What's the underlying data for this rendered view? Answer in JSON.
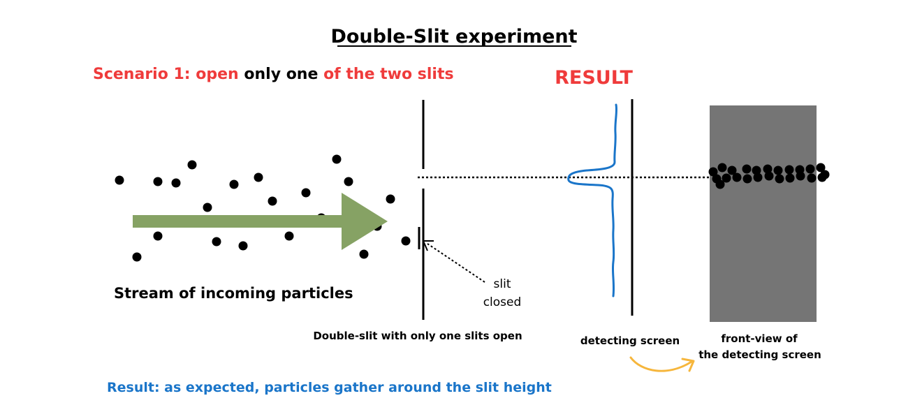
{
  "title": "Double-Slit experiment",
  "scenario": {
    "prefix": "Scenario 1: open",
    "middle": "only one",
    "suffix": "of the two slits"
  },
  "result_heading": "RESULT",
  "labels": {
    "stream": "Stream of incoming particles",
    "slit_closed_line1": "slit",
    "slit_closed_line2": "closed",
    "double_slit_caption": "Double-slit with only one slits open",
    "detecting_screen": "detecting screen",
    "front_view_line1": "front-view of",
    "front_view_line2": "the detecting screen"
  },
  "result_text": "Result: as expected, particles gather around the slit height",
  "colors": {
    "red": "#ef3b3b",
    "blue": "#1a75c9",
    "arrow_green": "#86a264",
    "screen_gray": "#757575",
    "orange": "#f6b63c",
    "black": "#000000"
  },
  "icons": {
    "stream_arrow": "right-arrow-icon",
    "curved_arrow": "curved-arrow-icon"
  }
}
